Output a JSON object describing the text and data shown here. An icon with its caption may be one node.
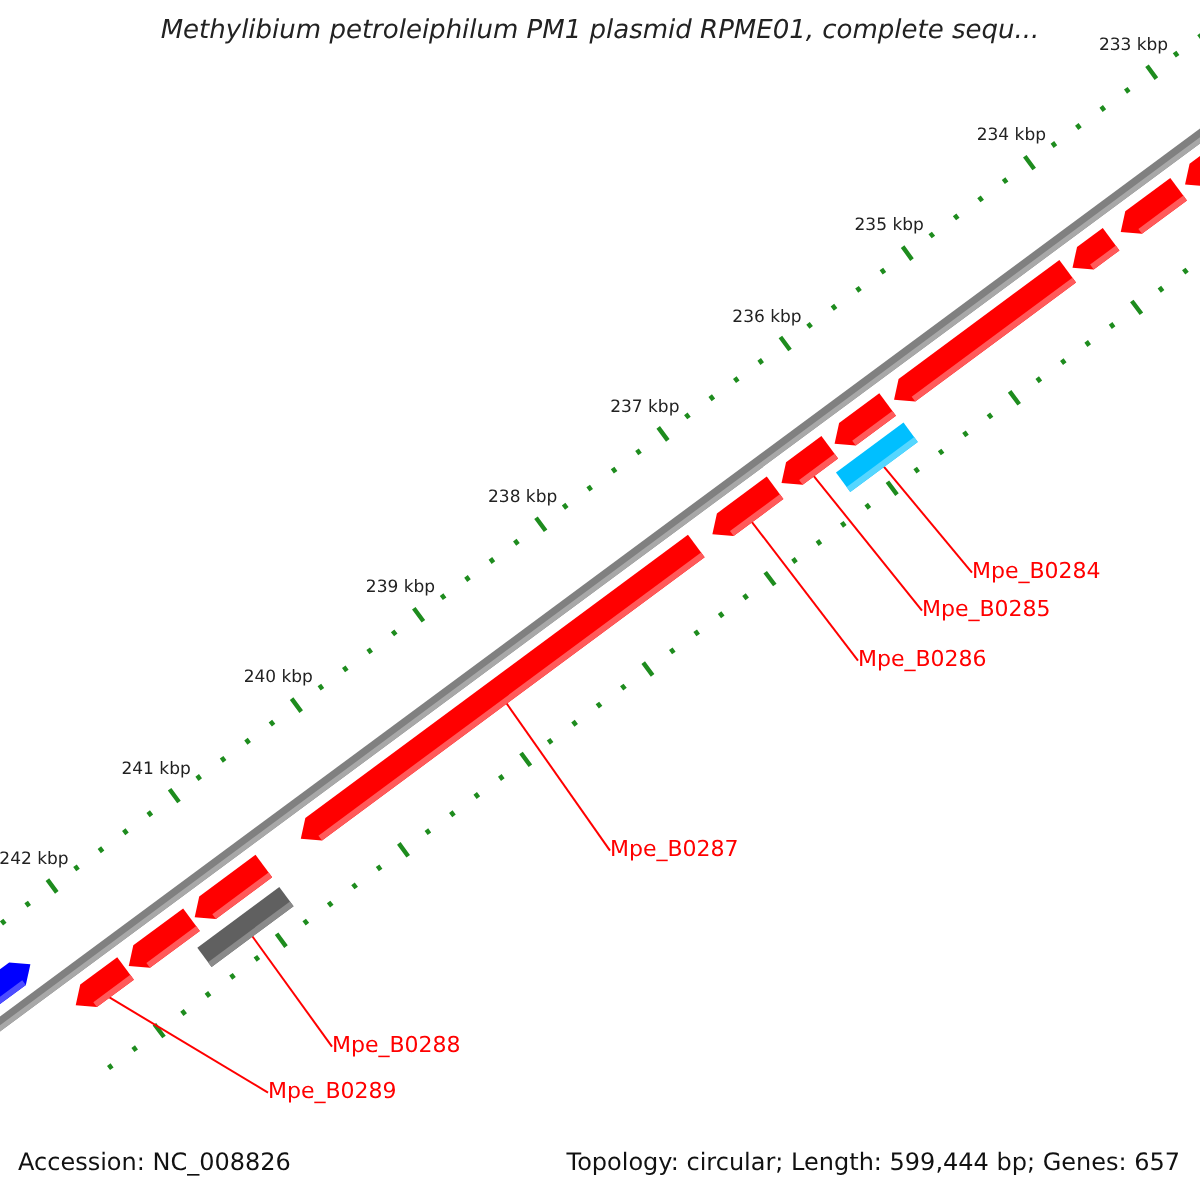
{
  "diagram": {
    "title": "Methylibium petroleiphilum PM1 plasmid RPME01, complete sequ...",
    "nodes": [
      {
        "text": [],
        "shape": "arrow"
      },
      {
        "text": [],
        "shape": "arrow"
      },
      {
        "text": [],
        "shape": "arrow"
      },
      {
        "text": [],
        "shape": "arrow"
      },
      {
        "text": [],
        "shape": "box"
      },
      {
        "text": [],
        "shape": "arrow"
      },
      {
        "text": [],
        "shape": "arrow"
      },
      {
        "text": [],
        "shape": "arrow"
      },
      {
        "text": [],
        "shape": "arrow"
      },
      {
        "text": [],
        "shape": "box"
      },
      {
        "text": [],
        "shape": "arrow"
      },
      {
        "text": [],
        "shape": "arrow"
      },
      {
        "text": [],
        "shape": "arrow"
      },
      {
        "text": [],
        "shape": "arrow"
      },
      {
        "text": [
          "Mpe_B0284"
        ]
      },
      {
        "text": [
          "Mpe_B0285"
        ]
      },
      {
        "text": [
          "Mpe_B0286"
        ]
      },
      {
        "text": [
          "Mpe_B0287"
        ]
      },
      {
        "text": [
          "Mpe_B0288"
        ]
      },
      {
        "text": [
          "Mpe_B0289"
        ]
      }
    ],
    "edges": [
      {
        "from": 14,
        "to": 9,
        "arrow": "none"
      },
      {
        "from": 15,
        "to": 7,
        "arrow": "none"
      },
      {
        "from": 16,
        "to": 6,
        "arrow": "none"
      },
      {
        "from": 17,
        "to": 5,
        "arrow": "none"
      },
      {
        "from": 18,
        "to": 4,
        "arrow": "none"
      },
      {
        "from": 19,
        "to": 1,
        "arrow": "none"
      }
    ],
    "labels": [
      "233 kbp",
      "234 kbp",
      "235 kbp",
      "236 kbp",
      "237 kbp",
      "238 kbp",
      "239 kbp",
      "240 kbp",
      "241 kbp",
      "242 kbp",
      "Accession: NC_008826",
      "Topology: circular; Length: 599,444 bp; Genes: 657"
    ]
  }
}
